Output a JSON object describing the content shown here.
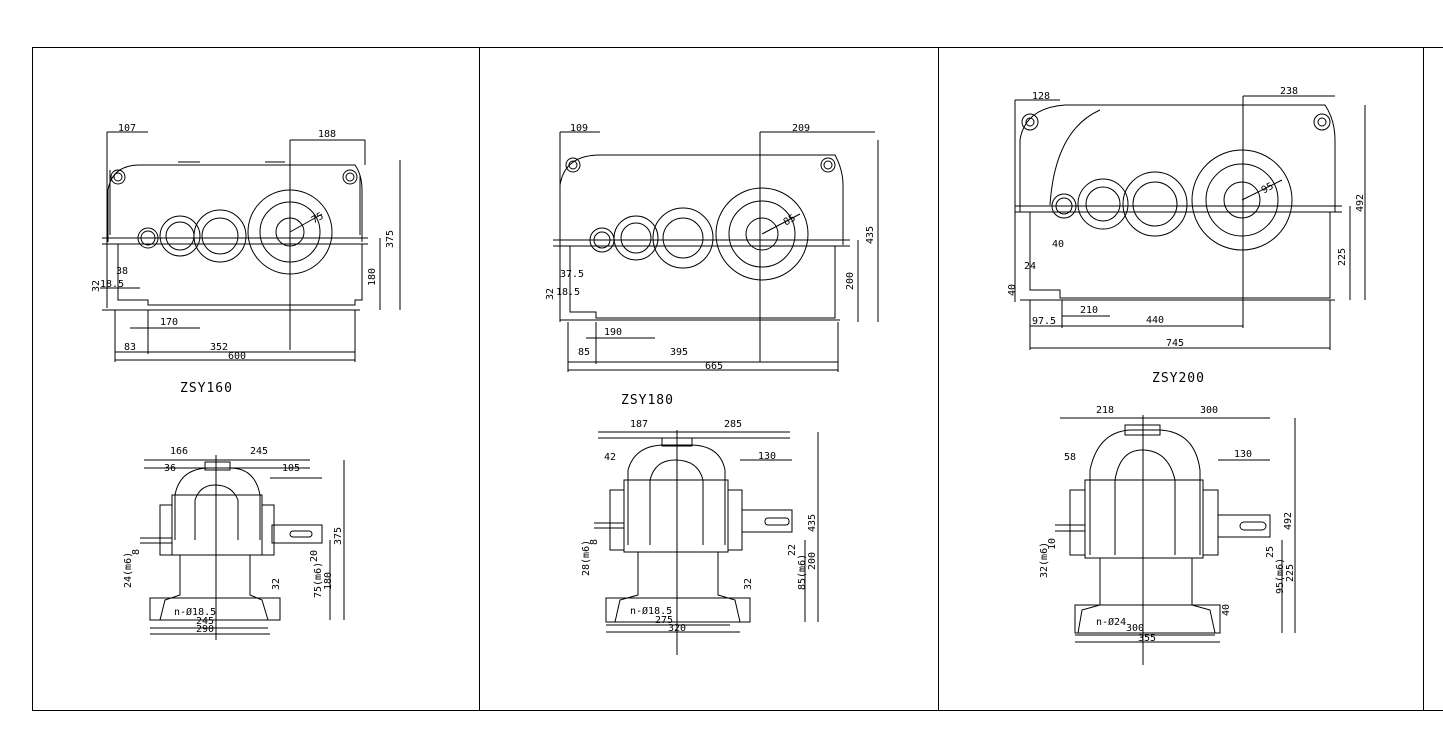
{
  "sheet": {
    "panels": [
      {
        "model": "ZSY160",
        "front": {
          "top_left": "107",
          "top_right": "188",
          "height_total": "375",
          "height_axis": "180",
          "d1": "38",
          "d2": "18.5",
          "d3": "32",
          "bottom_1": "170",
          "bottom_2": "83",
          "bottom_3": "352",
          "bottom_total": "600",
          "radius": "75"
        },
        "side": {
          "top_left": "166",
          "top_right": "245",
          "inner_left": "36",
          "shaft_len": "105",
          "shaft_in": "24(m6)",
          "key_in": "8",
          "height": "375",
          "height2": "180",
          "shaft_out": "75(m6)",
          "key_out": "20",
          "foot_h": "32",
          "bolt": "n-Ø18.5",
          "base_1": "245",
          "base_2": "290"
        }
      },
      {
        "model": "ZSY180",
        "front": {
          "top_left": "109",
          "top_right": "209",
          "height_total": "435",
          "height_axis": "200",
          "d1": "37.5",
          "d2": "18.5",
          "d3": "32",
          "bottom_1": "190",
          "bottom_2": "85",
          "bottom_3": "395",
          "bottom_total": "665",
          "radius": "85"
        },
        "side": {
          "top_left": "187",
          "top_right": "285",
          "inner_left": "42",
          "shaft_len": "130",
          "shaft_in": "28(m6)",
          "key_in": "8",
          "height": "435",
          "height2": "200",
          "shaft_out": "85(m6)",
          "key_out": "22",
          "foot_h": "32",
          "bolt": "n-Ø18.5",
          "base_1": "275",
          "base_2": "320"
        }
      },
      {
        "model": "ZSY200",
        "front": {
          "top_left": "128",
          "top_right": "238",
          "height_total": "492",
          "height_axis": "225",
          "d1": "40",
          "d2": "24",
          "d3": "40",
          "bottom_1": "210",
          "bottom_2": "97.5",
          "bottom_3": "440",
          "bottom_total": "745",
          "radius": "95"
        },
        "side": {
          "top_left": "218",
          "top_right": "300",
          "inner_left": "58",
          "shaft_len": "130",
          "shaft_in": "32(m6)",
          "key_in": "10",
          "height": "492",
          "height2": "225",
          "shaft_out": "95(m6)",
          "key_out": "25",
          "foot_h": "40",
          "bolt": "n-Ø24",
          "base_1": "300",
          "base_2": "355"
        }
      }
    ]
  }
}
